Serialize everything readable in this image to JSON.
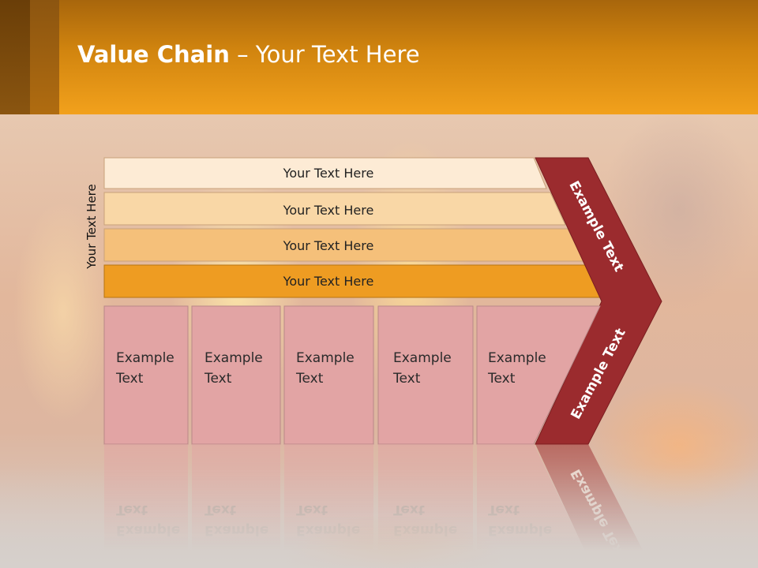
{
  "title": {
    "bold": "Value Chain",
    "rest": " – Your Text Here"
  },
  "side_label": "Your Text Here",
  "bars": [
    {
      "label": "Your Text Here",
      "color": "#fdebd5"
    },
    {
      "label": "Your Text Here",
      "color": "#f9d7a6"
    },
    {
      "label": "Your Text Here",
      "color": "#f5c07a"
    },
    {
      "label": "Your Text Here",
      "color": "#ee9c22"
    }
  ],
  "boxes": [
    {
      "line1": "Example",
      "line2": "Text"
    },
    {
      "line1": "Example",
      "line2": "Text"
    },
    {
      "line1": "Example",
      "line2": "Text"
    },
    {
      "line1": "Example",
      "line2": "Text"
    },
    {
      "line1": "Example",
      "line2": "Text"
    }
  ],
  "chevron": {
    "upper_label": "Example Text",
    "lower_label": "Example Text",
    "color": "#9b2b2e"
  },
  "colors": {
    "box_fill": "#e2a4a4",
    "header": "#f2a11c"
  }
}
